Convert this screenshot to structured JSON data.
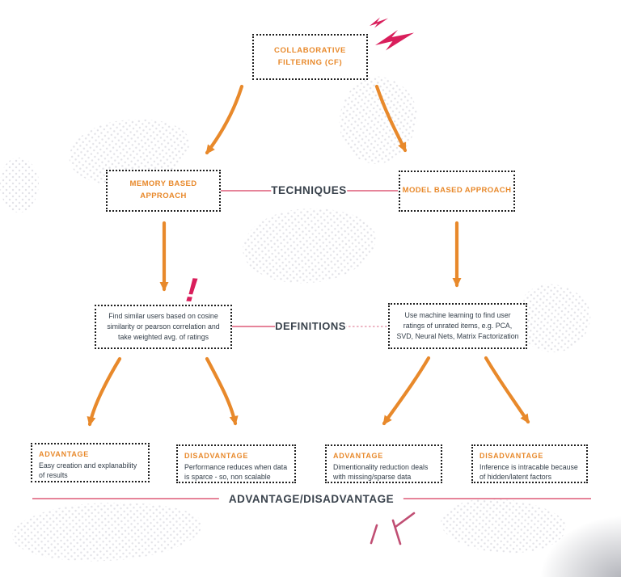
{
  "colors": {
    "orange": "#E8892B",
    "magenta": "#D91E5B",
    "pink_line": "#DD5C78",
    "pink_dash": "#C04E73",
    "dark": "#39424C",
    "body_text": "#333E49",
    "box_border": "#1E1E1E",
    "halftone_dot": "#C9C9D2"
  },
  "cf_box": {
    "label": "COLLABORATIVE FILTERING (CF)"
  },
  "techniques_row": {
    "label": "TECHNIQUES",
    "memory_box": "MEMORY BASED APPROACH",
    "model_box": "MODEL BASED APPROACH"
  },
  "definitions_row": {
    "label": "DEFINITIONS",
    "memory_definition": "Find similar users based on cosine similarity or pearson correlation and take weighted avg. of ratings",
    "model_definition": "Use machine learning to find user ratings of unrated items, e.g. PCA, SVD, Neural Nets, Matrix Factorization"
  },
  "outcomes_row": {
    "label": "ADVANTAGE/DISADVANTAGE",
    "boxes": [
      {
        "heading": "ADVANTAGE",
        "body": "Easy creation and explanability of results"
      },
      {
        "heading": "DISADVANTAGE",
        "body": "Performance reduces when data is sparce - so, non scalable"
      },
      {
        "heading": "ADVANTAGE",
        "body": "Dimentionality reduction deals with missing/sparse data"
      },
      {
        "heading": "DISADVANTAGE",
        "body": "Inference is intracable because of hidden/latent factors"
      }
    ]
  },
  "decorations": {
    "exclamation_mark": "!",
    "lightning_icon": "lightning-bolt",
    "emphasis_dashes_icon": "pink-rays",
    "halftone_icon": "dot-pattern"
  }
}
